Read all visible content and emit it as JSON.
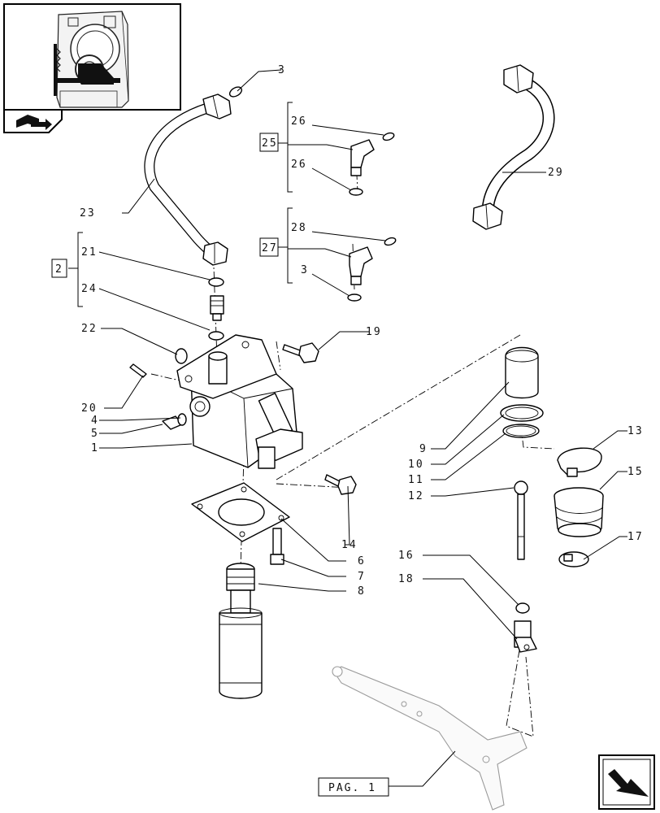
{
  "callouts": {
    "c1": "1",
    "c2": "2",
    "c3a": "3",
    "c3b": "3",
    "c4": "4",
    "c5": "5",
    "c6": "6",
    "c7": "7",
    "c8": "8",
    "c9": "9",
    "c10": "10",
    "c11": "11",
    "c12": "12",
    "c13": "13",
    "c14": "14",
    "c15": "15",
    "c16": "16",
    "c17": "17",
    "c18": "18",
    "c19": "19",
    "c20": "20",
    "c21": "21",
    "c22": "22",
    "c23": "23",
    "c24": "24",
    "c25": "25",
    "c26a": "26",
    "c26b": "26",
    "c27": "27",
    "c28": "28",
    "c29": "29"
  },
  "page_ref": "PAG. 1",
  "icons": {
    "thumbnail": "engine-location-thumbnail",
    "prev": "book-arrow-back-icon",
    "next": "arrow-next-icon"
  }
}
